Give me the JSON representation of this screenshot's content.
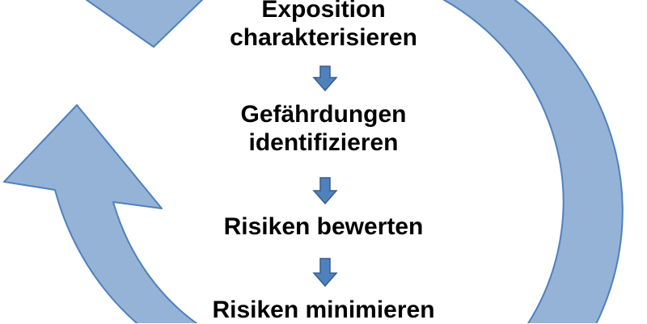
{
  "steps": [
    {
      "lines": [
        "Exposition",
        "charakterisieren"
      ]
    },
    {
      "lines": [
        "Gefährdungen",
        "identifizieren"
      ]
    },
    {
      "lines": [
        "Risiken bewerten"
      ]
    },
    {
      "lines": [
        "Risiken minimieren"
      ]
    }
  ],
  "colors": {
    "cycle_fill": "#95b3d7",
    "cycle_stroke": "#4f81bd",
    "step_arrow_fill": "#4f81bd",
    "text": "#000000"
  },
  "icons": {
    "cycle": "circular-arrow-icon",
    "step": "arrow-down-icon"
  }
}
